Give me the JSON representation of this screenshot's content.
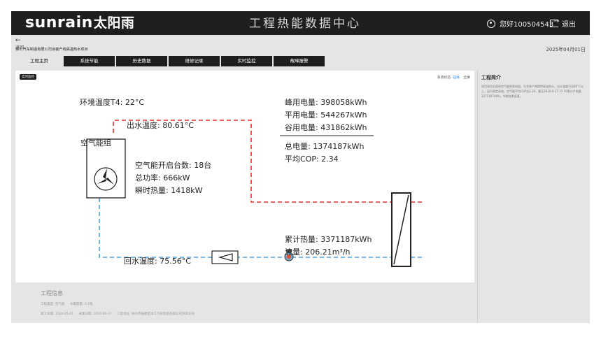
{
  "header": {
    "logo_latin": "sunrain",
    "logo_cn": "太阳雨",
    "title": "工程热能数据中心",
    "user": "您好100504543",
    "logout": "退出"
  },
  "nav": {
    "back": "返回",
    "project_name": "徐工汽车制造有限公司涂装产线高温热水项目",
    "date": "2025年04月01日"
  },
  "tabs": [
    {
      "label": "工程主页",
      "active": true
    },
    {
      "label": "系统节能",
      "active": false
    },
    {
      "label": "历史数据",
      "active": false
    },
    {
      "label": "维修记录",
      "active": false
    },
    {
      "label": "实时监控",
      "active": false
    },
    {
      "label": "故障报警",
      "active": false
    }
  ],
  "monitor": {
    "badge": "实时监控",
    "status_label": "系统状态:",
    "status_value": "在线",
    "fullscreen": "全屏",
    "ambient_temp": "环境温度T4: 22°C",
    "outlet_temp": "出水温度: 80.61°C",
    "unit_name": "空气能组",
    "units_on": "空气能开启台数: 18台",
    "total_power": "总功率: 666kW",
    "instant_heat": "瞬时热量: 1418kW",
    "peak_power": "峰用电量: 398058kWh",
    "flat_power": "平用电量: 544267kWh",
    "valley_power": "谷用电量: 431862kWh",
    "total_energy": "总电量: 1374187kWh",
    "avg_cop": "平均COP: 2.34",
    "cumulative_heat": "累计热量: 3371187kWh",
    "flow": "流量: 206.21m³/h",
    "return_temp": "回水温度: 75.56°C",
    "colors": {
      "hot_pipe": "#e03030",
      "cold_pipe": "#4aa3df"
    }
  },
  "sidebar": {
    "title": "工程简介",
    "text": "项目采用太阳雨空气能热泵机组，为涂装产线提供高温热水，出水温度可达80°C以上，运行稳定高效，空气能平均COP达2.34，截至2024-6-17 15:30累计产热量3371187kWh，节能效果显著。"
  },
  "info": {
    "title": "工程信息",
    "type": "工程类型: 空气能",
    "capacity": "水箱容量: 0.1吨",
    "complete_date": "竣工日期: 2024-05-01",
    "collect_date": "采集日期: 2024-06-17",
    "address": "工程地址: 徐州市鼓楼区徐工汽车制造有限公司涂装车间"
  }
}
